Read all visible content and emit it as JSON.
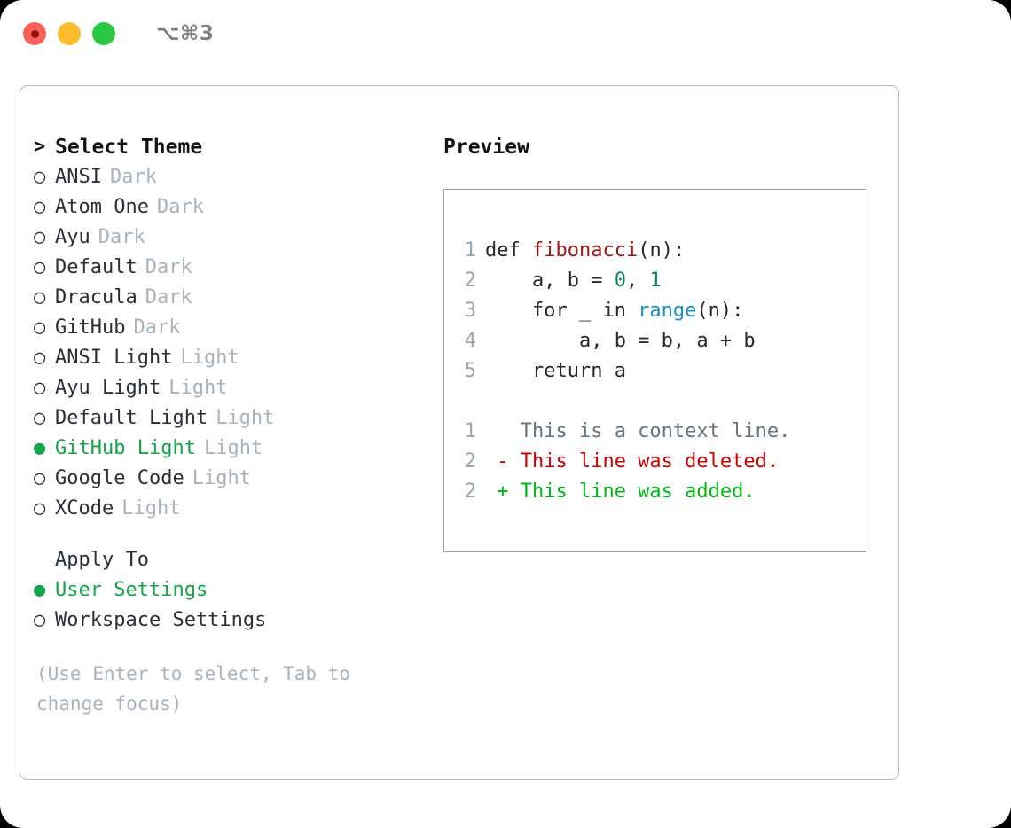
{
  "window": {
    "shortcut": "⌥⌘3",
    "traffic_lights": [
      "close-red",
      "minimize-yellow",
      "maximize-green"
    ]
  },
  "theme_panel": {
    "header": {
      "marker": ">",
      "label": "Select Theme"
    },
    "markers": {
      "unselected": "○",
      "selected": "●",
      "none": " "
    },
    "themes": [
      {
        "name": "ANSI",
        "kind": "Dark",
        "selected": false
      },
      {
        "name": "Atom One",
        "kind": "Dark",
        "selected": false
      },
      {
        "name": "Ayu",
        "kind": "Dark",
        "selected": false
      },
      {
        "name": "Default",
        "kind": "Dark",
        "selected": false
      },
      {
        "name": "Dracula",
        "kind": "Dark",
        "selected": false
      },
      {
        "name": "GitHub",
        "kind": "Dark",
        "selected": false
      },
      {
        "name": "ANSI Light",
        "kind": "Light",
        "selected": false
      },
      {
        "name": "Ayu Light",
        "kind": "Light",
        "selected": false
      },
      {
        "name": "Default Light",
        "kind": "Light",
        "selected": false
      },
      {
        "name": "GitHub Light",
        "kind": "Light",
        "selected": true
      },
      {
        "name": "Google Code",
        "kind": "Light",
        "selected": false
      },
      {
        "name": "XCode",
        "kind": "Light",
        "selected": false
      }
    ],
    "apply_to": {
      "title": "Apply To",
      "options": [
        {
          "name": "User Settings",
          "selected": true
        },
        {
          "name": "Workspace Settings",
          "selected": false
        }
      ]
    },
    "hint": "(Use Enter to select, Tab to change focus)"
  },
  "preview": {
    "title": "Preview",
    "code_lines": [
      {
        "no": "1",
        "segments": [
          {
            "text": "def ",
            "tok": "kw"
          },
          {
            "text": "fibonacci",
            "tok": "fn"
          },
          {
            "text": "(n):",
            "tok": "plain"
          }
        ]
      },
      {
        "no": "2",
        "segments": [
          {
            "text": "    a, b = ",
            "tok": "plain"
          },
          {
            "text": "0",
            "tok": "num"
          },
          {
            "text": ", ",
            "tok": "plain"
          },
          {
            "text": "1",
            "tok": "num"
          }
        ]
      },
      {
        "no": "3",
        "segments": [
          {
            "text": "    for _ in ",
            "tok": "plain"
          },
          {
            "text": "range",
            "tok": "call"
          },
          {
            "text": "(n):",
            "tok": "plain"
          }
        ]
      },
      {
        "no": "4",
        "segments": [
          {
            "text": "        a, b = b, a + b",
            "tok": "plain"
          }
        ]
      },
      {
        "no": "5",
        "segments": [
          {
            "text": "    return a",
            "tok": "plain"
          }
        ]
      }
    ],
    "diff_lines": [
      {
        "no": "1",
        "sign": " ",
        "text": "This is a context line.",
        "kind": "ctx"
      },
      {
        "no": "2",
        "sign": "-",
        "text": "This line was deleted.",
        "kind": "del"
      },
      {
        "no": "2",
        "sign": "+",
        "text": "This line was added.",
        "kind": "add"
      }
    ]
  },
  "colors": {
    "accent_green": "#16a34a",
    "diff_add": "#00b515",
    "diff_del": "#cc0000",
    "diff_ctx": "#6a737d",
    "muted": "#aab2bd",
    "lineno": "#9aa5b1",
    "fn_red": "#a31515",
    "num_teal": "#098658",
    "call_blue": "#1a8fc4",
    "border": "#b4bcc8"
  }
}
